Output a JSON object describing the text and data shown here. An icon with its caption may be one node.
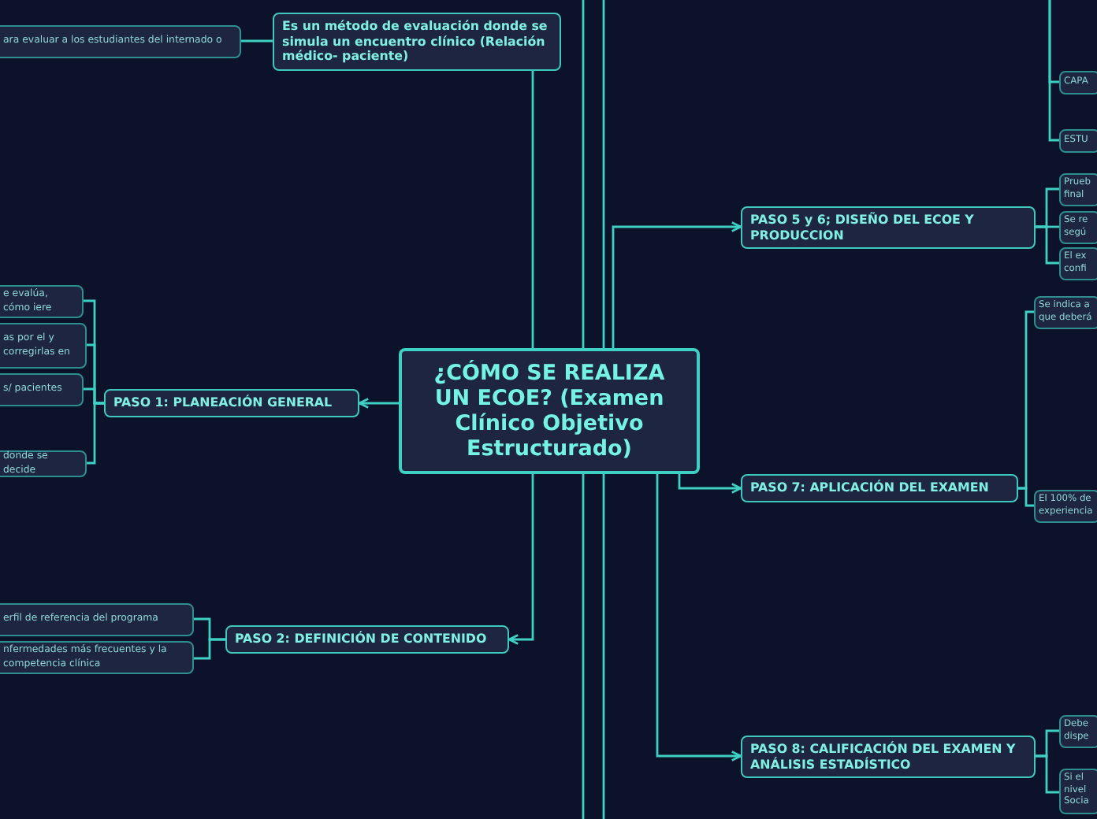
{
  "diagram": {
    "nodes": [
      {
        "text": [
          "¿CÓMO SE REALIZA UN ECOE? (Examen Clínico Objetivo Estructurado)"
        ]
      },
      {
        "text": [
          "Es un método de evaluación donde se simula un encuentro clínico (Relación médico- paciente)"
        ]
      },
      {
        "text": [
          "ara evaluar a los estudiantes del internado o"
        ]
      },
      {
        "text": [
          "PASO 1: PLANEACIÓN GENERAL"
        ]
      },
      {
        "text": [
          "e evalúa, cómo iere"
        ]
      },
      {
        "text": [
          "as por el y corregirlas en"
        ]
      },
      {
        "text": [
          "s/ pacientes"
        ]
      },
      {
        "text": [
          "donde se decide"
        ]
      },
      {
        "text": [
          "PASO 2: DEFINICIÓN DE CONTENIDO"
        ]
      },
      {
        "text": [
          "erfil de referencia del programa"
        ]
      },
      {
        "text": [
          "nfermedades más frecuentes y la competencia clínica"
        ]
      },
      {
        "text": [
          "PASO 5 y 6; DISEÑO DEL ECOE Y PRODUCCION"
        ]
      },
      {
        "text": [
          "Prueb final"
        ]
      },
      {
        "text": [
          "Se re segú"
        ]
      },
      {
        "text": [
          "El ex confi"
        ]
      },
      {
        "text": [
          "CAPA"
        ]
      },
      {
        "text": [
          "ESTU"
        ]
      },
      {
        "text": [
          "PASO 7: APLICACIÓN DEL EXAMEN"
        ]
      },
      {
        "text": [
          "Se indica a que deberá"
        ]
      },
      {
        "text": [
          "El 100% de experiencia"
        ]
      },
      {
        "text": [
          "PASO 8: CALIFICACIÓN DEL EXAMEN Y ANÁLISIS ESTADÍSTICO"
        ]
      },
      {
        "text": [
          "Debe dispe"
        ]
      },
      {
        "text": [
          "Si el nivel Socia"
        ]
      }
    ],
    "edges": [
      {
        "from": 0,
        "to": 1,
        "arrow": "none"
      },
      {
        "from": 1,
        "to": 2,
        "arrow": "none"
      },
      {
        "from": 0,
        "to": 3,
        "arrow": "to"
      },
      {
        "from": 3,
        "to": 4,
        "arrow": "none"
      },
      {
        "from": 3,
        "to": 5,
        "arrow": "none"
      },
      {
        "from": 3,
        "to": 6,
        "arrow": "none"
      },
      {
        "from": 3,
        "to": 7,
        "arrow": "none"
      },
      {
        "from": 0,
        "to": 8,
        "arrow": "to"
      },
      {
        "from": 8,
        "to": 9,
        "arrow": "none"
      },
      {
        "from": 8,
        "to": 10,
        "arrow": "none"
      },
      {
        "from": 0,
        "to": 11,
        "arrow": "to"
      },
      {
        "from": 11,
        "to": 12,
        "arrow": "none"
      },
      {
        "from": 11,
        "to": 13,
        "arrow": "none"
      },
      {
        "from": 11,
        "to": 14,
        "arrow": "none"
      },
      {
        "from": null,
        "to": 15,
        "arrow": "none"
      },
      {
        "from": null,
        "to": 16,
        "arrow": "none"
      },
      {
        "from": 0,
        "to": 17,
        "arrow": "to"
      },
      {
        "from": 17,
        "to": 18,
        "arrow": "none"
      },
      {
        "from": 17,
        "to": 19,
        "arrow": "none"
      },
      {
        "from": 0,
        "to": 20,
        "arrow": "to"
      },
      {
        "from": 20,
        "to": 21,
        "arrow": "none"
      },
      {
        "from": 20,
        "to": 22,
        "arrow": "none"
      },
      {
        "from": 0,
        "to": null,
        "arrow": "none"
      },
      {
        "from": 0,
        "to": null,
        "arrow": "none"
      },
      {
        "from": 0,
        "to": null,
        "arrow": "none"
      },
      {
        "from": 0,
        "to": null,
        "arrow": "none"
      }
    ]
  }
}
